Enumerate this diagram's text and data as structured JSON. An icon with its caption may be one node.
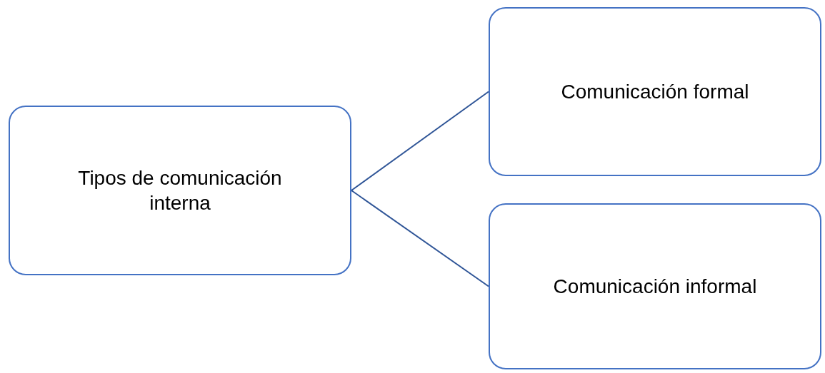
{
  "diagram": {
    "nodes": [
      {
        "text": [
          "Tipos de comunicación interna"
        ]
      },
      {
        "text": [
          "Comunicación formal"
        ]
      },
      {
        "text": [
          "Comunicación informal"
        ]
      }
    ],
    "edges": [
      {
        "from": 0,
        "to": 1,
        "arrow": "none"
      },
      {
        "from": 0,
        "to": 2,
        "arrow": "none"
      }
    ]
  }
}
